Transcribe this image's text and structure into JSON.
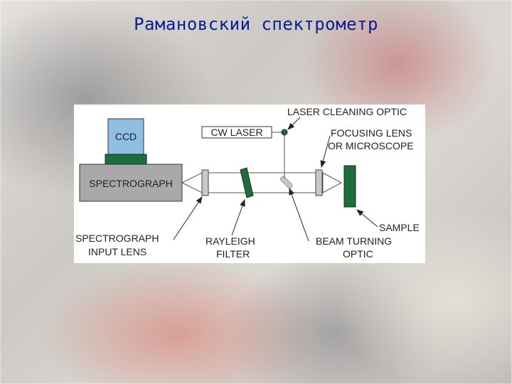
{
  "slide": {
    "title": "Рамановский спектрометр"
  },
  "diagram": {
    "labels": {
      "ccd": "CCD",
      "spectrograph": "SPECTROGRAPH",
      "cw_laser": "CW LASER",
      "laser_cleaning_optic": "LASER CLEANING  OPTIC",
      "focusing_lens_1": "FOCUSING LENS",
      "focusing_lens_2": "OR MICROSCOPE",
      "sample": "SAMPLE",
      "input_lens_1": "SPECTROGRAPH",
      "input_lens_2": "INPUT LENS",
      "rayleigh_1": "RAYLEIGH",
      "rayleigh_2": "FILTER",
      "beam_turning_1": "BEAM TURNING",
      "beam_turning_2": "OPTIC"
    },
    "colors": {
      "ccd_fill": "#8fbfe0",
      "green_part": "#1e6e3a",
      "spectrograph_fill": "#a9a9a9",
      "lens_fill": "#c8c8c8",
      "title_color": "#0b1c99"
    }
  }
}
